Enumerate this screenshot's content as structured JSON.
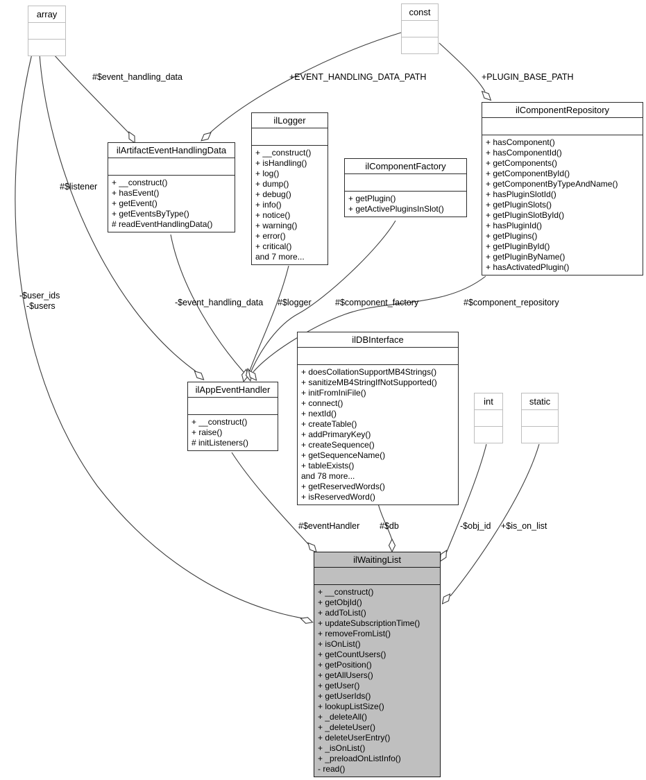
{
  "colors": {
    "highlight_fill": "#bfbfbf",
    "class_border": "#2b2b2b",
    "plain_border": "#bdbdbd",
    "edge": "#3c3c3c"
  },
  "classes": {
    "array": {
      "name": "array",
      "methods": []
    },
    "const": {
      "name": "const",
      "methods": []
    },
    "int": {
      "name": "int",
      "methods": []
    },
    "static": {
      "name": "static",
      "methods": []
    },
    "ilArtifactEventHandlingData": {
      "name": "ilArtifactEventHandlingData",
      "methods": [
        "+ __construct()",
        "+ hasEvent()",
        "+ getEvent()",
        "+ getEventsByType()",
        "# readEventHandlingData()"
      ]
    },
    "ilLogger": {
      "name": "ilLogger",
      "methods": [
        "+ __construct()",
        "+ isHandling()",
        "+ log()",
        "+ dump()",
        "+ debug()",
        "+ info()",
        "+ notice()",
        "+ warning()",
        "+ error()",
        "+ critical()",
        "and 7 more..."
      ]
    },
    "ilComponentFactory": {
      "name": "ilComponentFactory",
      "methods": [
        "+ getPlugin()",
        "+ getActivePluginsInSlot()"
      ]
    },
    "ilComponentRepository": {
      "name": "ilComponentRepository",
      "methods": [
        "+ hasComponent()",
        "+ hasComponentId()",
        "+ getComponents()",
        "+ getComponentById()",
        "+ getComponentByTypeAndName()",
        "+ hasPluginSlotId()",
        "+ getPluginSlots()",
        "+ getPluginSlotById()",
        "+ hasPluginId()",
        "+ getPlugins()",
        "+ getPluginById()",
        "+ getPluginByName()",
        "+ hasActivatedPlugin()"
      ]
    },
    "ilDBInterface": {
      "name": "ilDBInterface",
      "methods": [
        "+ doesCollationSupportMB4Strings()",
        "+ sanitizeMB4StringIfNotSupported()",
        "+ initFromIniFile()",
        "+ connect()",
        "+ nextId()",
        "+ createTable()",
        "+ addPrimaryKey()",
        "+ createSequence()",
        "+ getSequenceName()",
        "+ tableExists()",
        "and 78 more...",
        "+ getReservedWords()",
        "+ isReservedWord()"
      ]
    },
    "ilAppEventHandler": {
      "name": "ilAppEventHandler",
      "methods": [
        "+ __construct()",
        "+ raise()",
        "# initListeners()"
      ]
    },
    "ilWaitingList": {
      "name": "ilWaitingList",
      "methods": [
        "+ __construct()",
        "+ getObjId()",
        "+ addToList()",
        "+ updateSubscriptionTime()",
        "+ removeFromList()",
        "+ isOnList()",
        "+ getCountUsers()",
        "+ getPosition()",
        "+ getAllUsers()",
        "+ getUser()",
        "+ getUserIds()",
        "+ lookupListSize()",
        "+ _deleteAll()",
        "+ _deleteUser()",
        "+ deleteUserEntry()",
        "+ _isOnList()",
        "+ _preloadOnListInfo()",
        "- read()"
      ]
    }
  },
  "edge_labels": {
    "event_handling_data": {
      "text": "#$event_handling_data"
    },
    "event_handling_data_path": {
      "text": "+EVENT_HANDLING_DATA_PATH"
    },
    "plugin_base_path": {
      "text": "+PLUGIN_BASE_PATH"
    },
    "listener": {
      "text": "#$listener"
    },
    "user_ids": {
      "text": "-$user_ids"
    },
    "users": {
      "text": "-$users"
    },
    "event_handling_data_attr": {
      "text": "-$event_handling_data"
    },
    "logger": {
      "text": "#$logger"
    },
    "component_factory": {
      "text": "#$component_factory"
    },
    "component_repository": {
      "text": "#$component_repository"
    },
    "event_handler": {
      "text": "#$eventHandler"
    },
    "db": {
      "text": "#$db"
    },
    "obj_id": {
      "text": "-$obj_id"
    },
    "is_on_list": {
      "text": "+$is_on_list"
    }
  }
}
